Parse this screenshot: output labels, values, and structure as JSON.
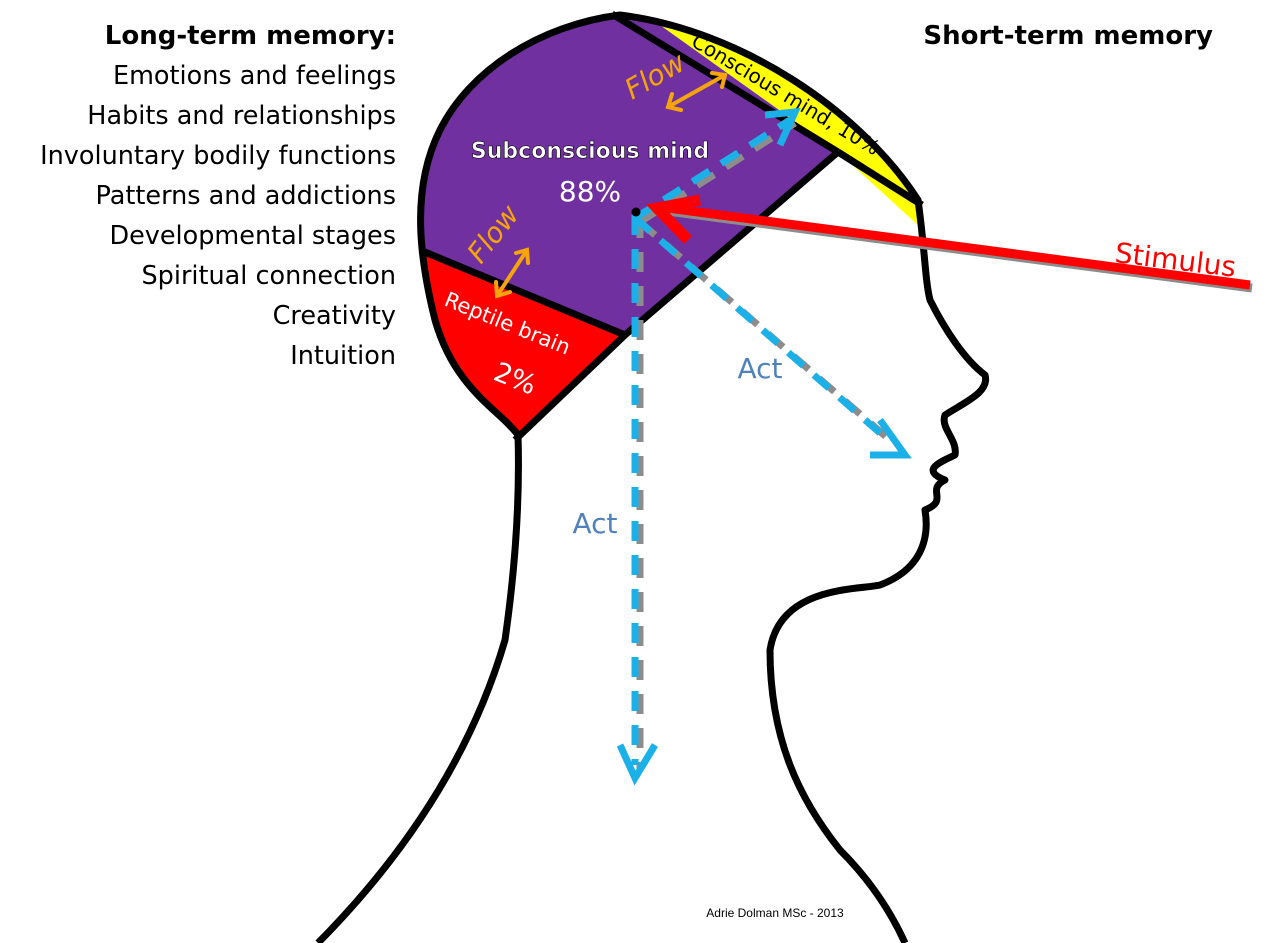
{
  "long_term": {
    "title": "Long-term memory:",
    "items": [
      "Emotions and feelings",
      "Habits and relationships",
      "Involuntary bodily functions",
      "Patterns and addictions",
      "Developmental stages",
      "Spiritual connection",
      "Creativity",
      "Intuition"
    ]
  },
  "short_term": {
    "title": "Short-term memory"
  },
  "regions": {
    "subconscious": {
      "label": "Subconscious mind",
      "percent": "88%"
    },
    "conscious": {
      "label": "Conscious mind, 10%"
    },
    "reptile": {
      "label": "Reptile brain",
      "percent": "2%"
    }
  },
  "arrows": {
    "flow_label": "Flow",
    "act_label": "Act",
    "stimulus_label": "Stimulus"
  },
  "credit": "Adrie Dolman MSc - 2013",
  "colors": {
    "subconscious": "#7030a0",
    "conscious": "#ffff00",
    "reptile": "#ff0000",
    "flow": "#f5a50a",
    "act": "#1cb0e8",
    "act_text": "#4f81bd",
    "stimulus": "#ff0000"
  }
}
